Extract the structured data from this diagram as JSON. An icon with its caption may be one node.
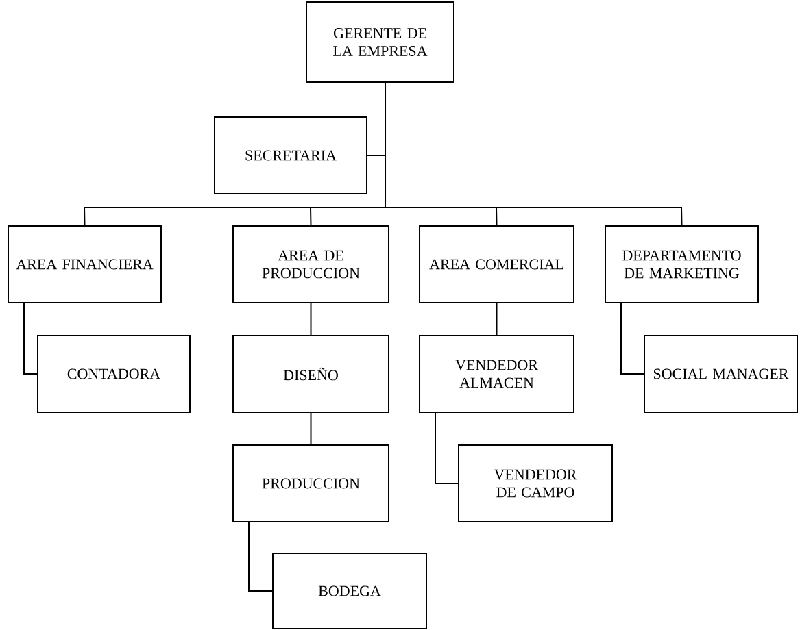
{
  "diagram": {
    "nodes": [
      {
        "text": [
          "GERENTE DE LA EMPRESA"
        ]
      },
      {
        "text": [
          "SECRETARIA"
        ]
      },
      {
        "text": [
          "AREA FINANCIERA"
        ]
      },
      {
        "text": [
          "AREA DE PRODUCCION"
        ]
      },
      {
        "text": [
          "AREA COMERCIAL"
        ]
      },
      {
        "text": [
          "DEPARTAMENTO DE MARKETING"
        ]
      },
      {
        "text": [
          "CONTADORA"
        ]
      },
      {
        "text": [
          "DISEÑO"
        ]
      },
      {
        "text": [
          "VENDEDOR ALMACEN"
        ]
      },
      {
        "text": [
          "SOCIAL MANAGER"
        ]
      },
      {
        "text": [
          "PRODUCCION"
        ]
      },
      {
        "text": [
          "VENDEDOR DE CAMPO"
        ]
      },
      {
        "text": [
          "BODEGA"
        ]
      }
    ],
    "edges": [
      {
        "from": 0,
        "to": 1,
        "arrow": "none"
      },
      {
        "from": 0,
        "to": 2,
        "arrow": "none"
      },
      {
        "from": 0,
        "to": 3,
        "arrow": "none"
      },
      {
        "from": 0,
        "to": 4,
        "arrow": "none"
      },
      {
        "from": 0,
        "to": 5,
        "arrow": "none"
      },
      {
        "from": 2,
        "to": 6,
        "arrow": "none"
      },
      {
        "from": 3,
        "to": 7,
        "arrow": "none"
      },
      {
        "from": 4,
        "to": 8,
        "arrow": "none"
      },
      {
        "from": 5,
        "to": 9,
        "arrow": "none"
      },
      {
        "from": 7,
        "to": 10,
        "arrow": "none"
      },
      {
        "from": 8,
        "to": 11,
        "arrow": "none"
      },
      {
        "from": 10,
        "to": 12,
        "arrow": "none"
      }
    ]
  }
}
